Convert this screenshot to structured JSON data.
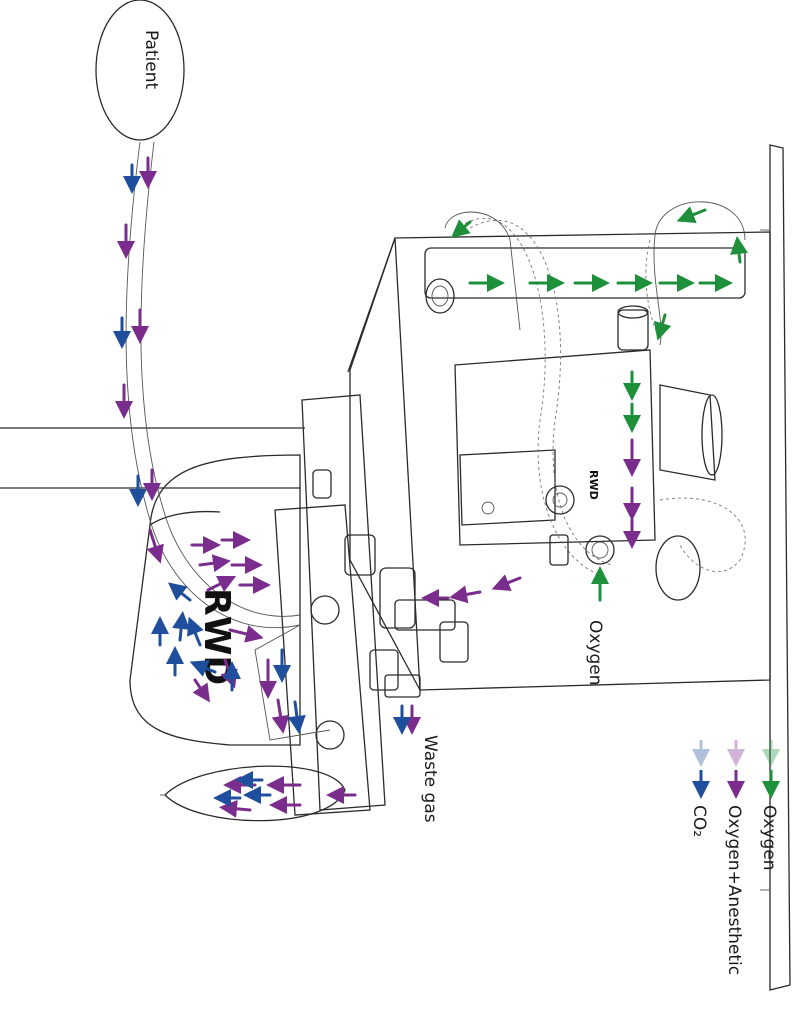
{
  "labels": {
    "patient": "Patient",
    "oxygen_inlet": "Oxygen",
    "waste_gas": "Waste gas",
    "brand_large": "RWD",
    "brand_small": "RWD"
  },
  "legend": [
    {
      "label": "Oxygen",
      "color": "#1e8f3a"
    },
    {
      "label": "Oxygen+Anesthetic",
      "color": "#7b2d8e"
    },
    {
      "label": "CO₂",
      "color": "#1f4e9c"
    }
  ],
  "colors": {
    "oxygen": "#1e8f3a",
    "anesthetic": "#7b2d8e",
    "co2": "#1f4e9c",
    "outline": "#2b2b2b"
  }
}
